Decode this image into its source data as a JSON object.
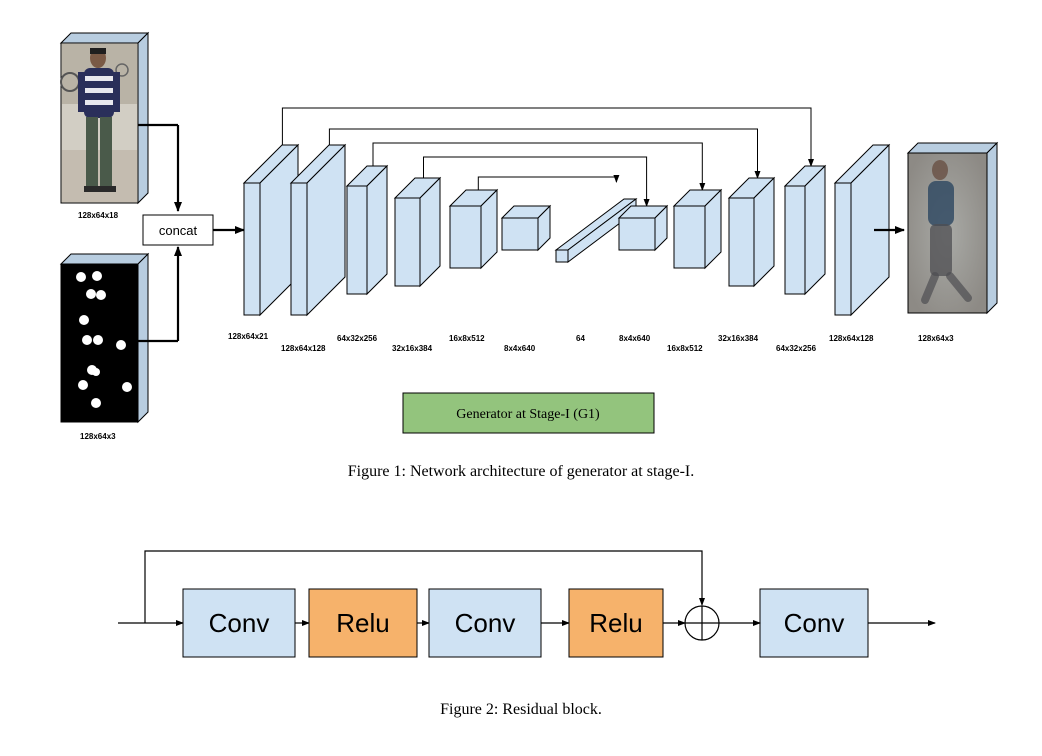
{
  "figure1": {
    "caption": "Figure 1: Network architecture of generator at stage-I.",
    "input_image_label": "128x64x18",
    "input_pose_label": "128x64x3",
    "concat_label": "concat",
    "output_label": "128x64x3",
    "stage_label": "Generator at Stage-I (G1)",
    "layers": [
      {
        "label": "128x64x21"
      },
      {
        "label": "128x64x128"
      },
      {
        "label": "64x32x256"
      },
      {
        "label": "32x16x384"
      },
      {
        "label": "16x8x512"
      },
      {
        "label": "8x4x640"
      },
      {
        "label": "64"
      },
      {
        "label": "8x4x640"
      },
      {
        "label": "16x8x512"
      },
      {
        "label": "32x16x384"
      },
      {
        "label": "64x32x256"
      },
      {
        "label": "128x64x128"
      }
    ],
    "skip_connections": [
      [
        1,
        11
      ],
      [
        2,
        10
      ],
      [
        3,
        9
      ],
      [
        4,
        8
      ],
      [
        5,
        7
      ]
    ]
  },
  "figure2": {
    "caption": "Figure 2: Residual block.",
    "blocks": [
      {
        "label": "Conv",
        "kind": "conv"
      },
      {
        "label": "Relu",
        "kind": "relu"
      },
      {
        "label": "Conv",
        "kind": "conv"
      },
      {
        "label": "Relu",
        "kind": "relu"
      },
      {
        "label": "Conv",
        "kind": "conv"
      }
    ]
  },
  "colors": {
    "layer_fill": "#cfe2f3",
    "conv_fill": "#cfe2f3",
    "relu_fill": "#f6b26b",
    "stage_fill": "#93c47d",
    "stroke": "#000000"
  }
}
